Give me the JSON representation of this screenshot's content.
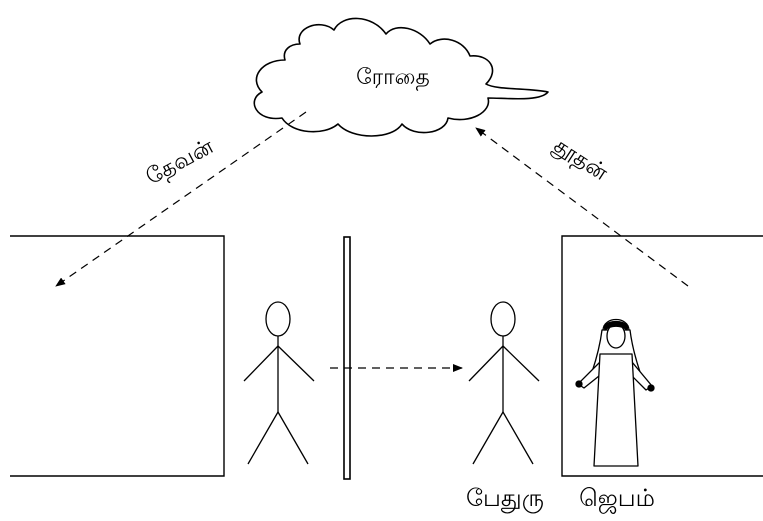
{
  "diagram": {
    "cloud_label": "ரோதை",
    "left_arrow_label": "தேவன்",
    "right_arrow_label": "தூதன்",
    "person_label": "பேதுரு",
    "robed_person_label": "ஜெபம்"
  }
}
